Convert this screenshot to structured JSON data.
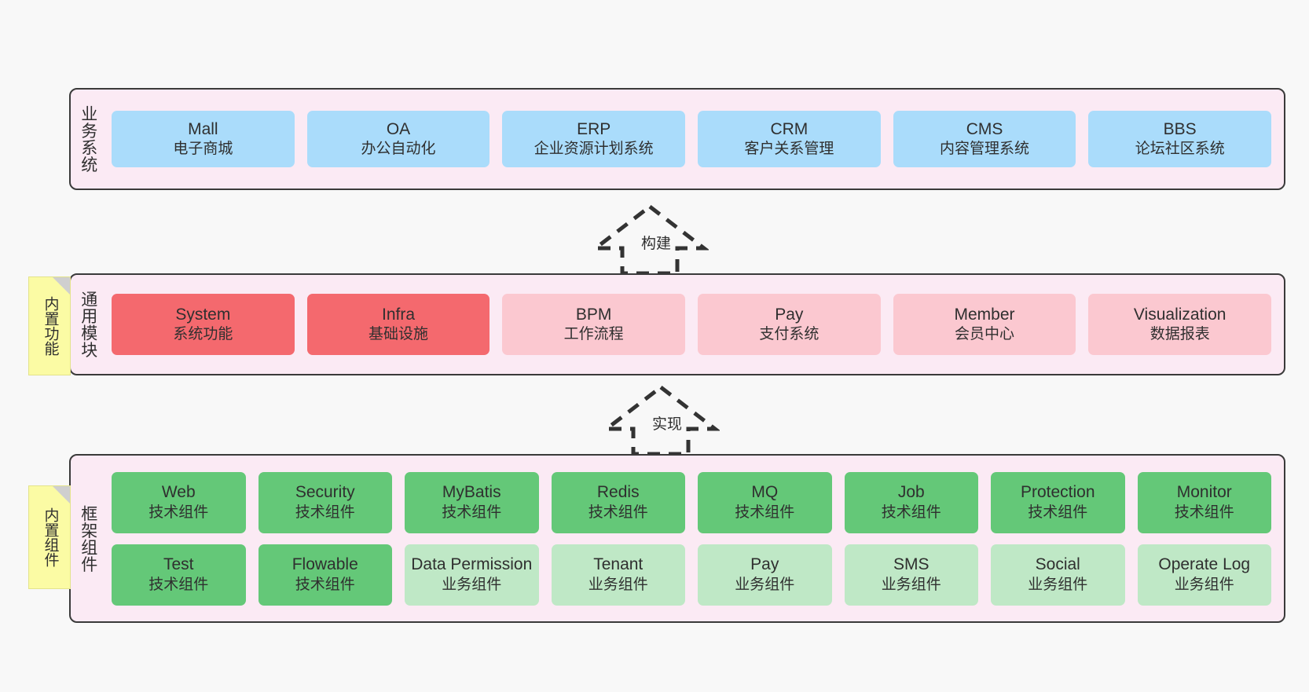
{
  "layers": [
    {
      "id": "business",
      "label": "业务系统",
      "rows": [
        {
          "cards": [
            {
              "en": "Mall",
              "cn": "电子商城",
              "tone": "blue"
            },
            {
              "en": "OA",
              "cn": "办公自动化",
              "tone": "blue"
            },
            {
              "en": "ERP",
              "cn": "企业资源计划系统",
              "tone": "blue"
            },
            {
              "en": "CRM",
              "cn": "客户关系管理",
              "tone": "blue"
            },
            {
              "en": "CMS",
              "cn": "内容管理系统",
              "tone": "blue"
            },
            {
              "en": "BBS",
              "cn": "论坛社区系统",
              "tone": "blue"
            }
          ]
        }
      ]
    },
    {
      "id": "modules",
      "label": "通用模块",
      "rows": [
        {
          "cards": [
            {
              "en": "System",
              "cn": "系统功能",
              "tone": "red"
            },
            {
              "en": "Infra",
              "cn": "基础设施",
              "tone": "red"
            },
            {
              "en": "BPM",
              "cn": "工作流程",
              "tone": "pink"
            },
            {
              "en": "Pay",
              "cn": "支付系统",
              "tone": "pink"
            },
            {
              "en": "Member",
              "cn": "会员中心",
              "tone": "pink"
            },
            {
              "en": "Visualization",
              "cn": "数据报表",
              "tone": "pink"
            }
          ]
        }
      ]
    },
    {
      "id": "frame",
      "label": "框架组件",
      "rows": [
        {
          "cards": [
            {
              "en": "Web",
              "cn": "技术组件",
              "tone": "green"
            },
            {
              "en": "Security",
              "cn": "技术组件",
              "tone": "green"
            },
            {
              "en": "MyBatis",
              "cn": "技术组件",
              "tone": "green"
            },
            {
              "en": "Redis",
              "cn": "技术组件",
              "tone": "green"
            },
            {
              "en": "MQ",
              "cn": "技术组件",
              "tone": "green"
            },
            {
              "en": "Job",
              "cn": "技术组件",
              "tone": "green"
            },
            {
              "en": "Protection",
              "cn": "技术组件",
              "tone": "green"
            },
            {
              "en": "Monitor",
              "cn": "技术组件",
              "tone": "green"
            }
          ]
        },
        {
          "cards": [
            {
              "en": "Test",
              "cn": "技术组件",
              "tone": "green"
            },
            {
              "en": "Flowable",
              "cn": "技术组件",
              "tone": "green"
            },
            {
              "en": "Data Permission",
              "cn": "业务组件",
              "tone": "lgreen"
            },
            {
              "en": "Tenant",
              "cn": "业务组件",
              "tone": "lgreen"
            },
            {
              "en": "Pay",
              "cn": "业务组件",
              "tone": "lgreen"
            },
            {
              "en": "SMS",
              "cn": "业务组件",
              "tone": "lgreen"
            },
            {
              "en": "Social",
              "cn": "业务组件",
              "tone": "lgreen"
            },
            {
              "en": "Operate Log",
              "cn": "业务组件",
              "tone": "lgreen"
            }
          ]
        }
      ]
    }
  ],
  "notes": [
    {
      "id": "features",
      "label": "内置功能"
    },
    {
      "id": "components",
      "label": "内置组件"
    }
  ],
  "arrows": [
    {
      "id": "build",
      "label": "构建"
    },
    {
      "id": "impl",
      "label": "实现"
    }
  ],
  "colors": {
    "background": "#f8f8f8",
    "layer_fill": "#fbeaf4",
    "layer_border": "#3a3a3a",
    "blue": "#aadcfb",
    "red": "#f4696e",
    "pink": "#fbc8d0",
    "green": "#64c878",
    "light_green": "#bfe8c6",
    "note_fill": "#fbfba4",
    "note_fold": "#cfcfcf",
    "arrow_stroke": "#333333",
    "text": "#2f2f2f"
  }
}
